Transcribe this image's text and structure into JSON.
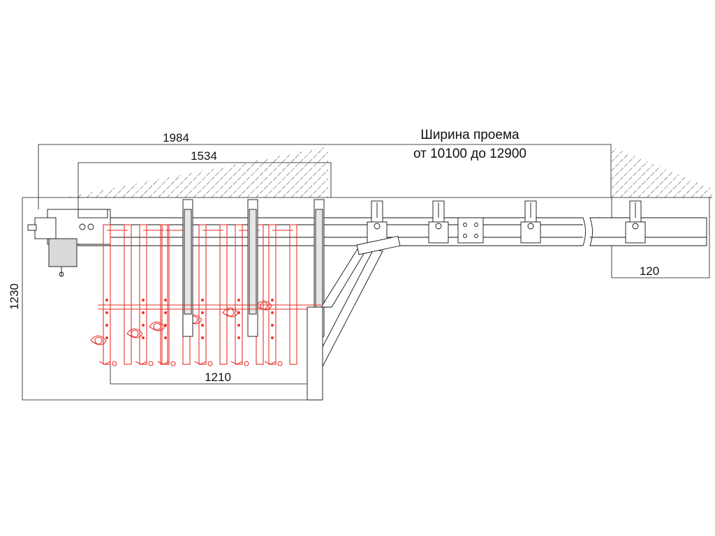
{
  "dimensions": {
    "overall_width": "1984",
    "rail_width": "1534",
    "opening_title": "Ширина проема",
    "opening_range": "от 10100 до 12900",
    "overall_height": "1230",
    "pack_width": "1210",
    "end_gap": "120"
  },
  "colors": {
    "line": "#111111",
    "leaf": "#e8312a",
    "hatch": "#222222",
    "fill_gray": "#d9d9d9"
  },
  "diagram": {
    "leaf_count": 6,
    "hanger_count": 5
  }
}
